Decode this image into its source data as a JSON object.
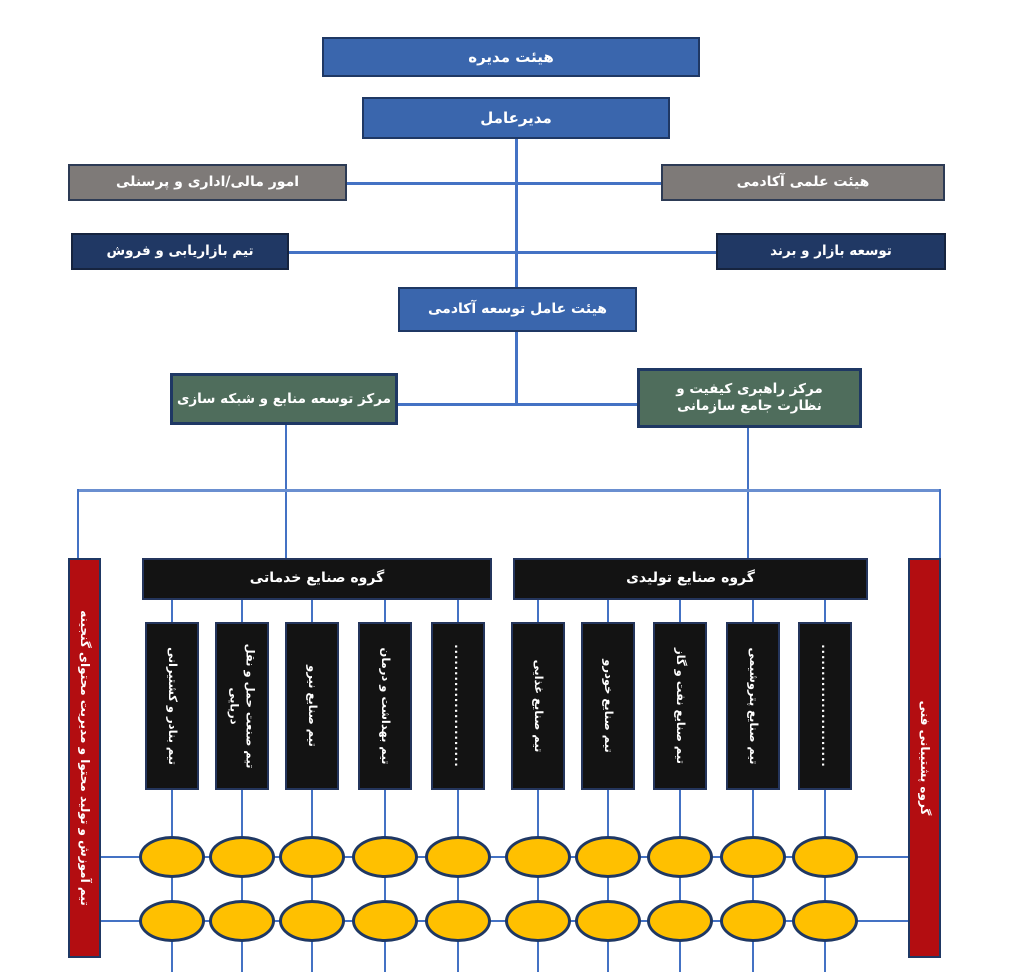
{
  "org": {
    "board": "هیئت مدیره",
    "ceo": "مدیرعامل",
    "finance_admin": "امور مالی/اداری و پرسنلی",
    "academic_faculty": "هیئت علمی آکادمی",
    "marketing_sales": "تیم بازاریابی  و فروش",
    "market_brand": "توسعه بازار و برند",
    "academy_exec": "هیئت عامل توسعه آکادمی",
    "resource_network_center": "مرکز توسعه منابع و شبکه سازی",
    "quality_center": "مرکز راهبری کیفیت و نظارت جامع سازمانی",
    "service_group": {
      "label": "گروه صنایع خدماتی",
      "teams": [
        "تیم بنادر و کشتیرانی",
        "تیم صنعت حمل و نقل دریایی",
        "تیم صنایع نیرو",
        "تیم بهداشت و درمان",
        "......................."
      ]
    },
    "production_group": {
      "label": "گروه صنایع تولیدی",
      "teams": [
        "تیم صنایع غذایی",
        "تیم صنایع خودرو",
        "تیم صنایع نفت و گاز",
        "تیم صنایع پتروشیمی",
        "......................."
      ]
    },
    "left_sidebar": "تیم آموزش و تولید محتوا و مدیریت محتوای گنجینه",
    "right_sidebar": "گروه پشتیبانی فنی"
  },
  "colors": {
    "primary_blue": "#3a66ad",
    "dark_navy": "#203864",
    "gray": "#7e7a78",
    "green": "#4f6d5c",
    "black": "#131313",
    "red": "#b30d11",
    "yellow": "#ffc000",
    "connector_blue": "#4472c4"
  }
}
